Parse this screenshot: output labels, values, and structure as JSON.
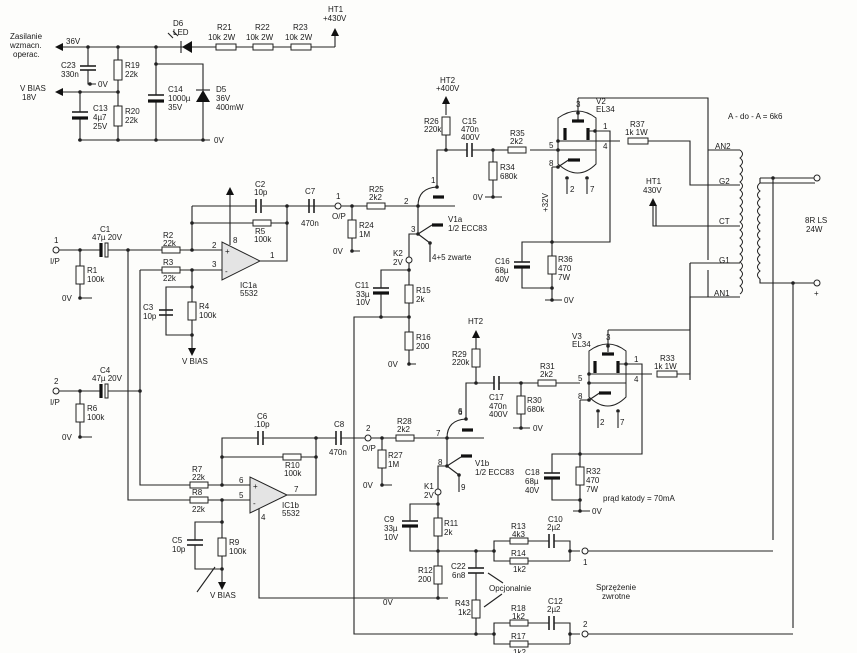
{
  "power_supply": {
    "supply_label": [
      "Zasilanie",
      "wzmacn.",
      "operac."
    ],
    "v36": "36V",
    "vbias_label": "V BIAS",
    "vbias_value": "18V",
    "c23": {
      "name": "C23",
      "value": "330n"
    },
    "c23_gnd": "0V",
    "r19": {
      "name": "R19",
      "value": "22k"
    },
    "r20": {
      "name": "R20",
      "value": "22k"
    },
    "c13": {
      "name": "C13",
      "value": "4µ7",
      "rating": "25V"
    },
    "c14": {
      "name": "C14",
      "value": "1000µ",
      "rating": "35V"
    },
    "d5": {
      "name": "D5",
      "value": "36V",
      "rating": "400mW"
    },
    "d6": {
      "name": "D6",
      "value": "LED"
    },
    "r21": {
      "name": "R21",
      "value": "10k  2W"
    },
    "r22": {
      "name": "R22",
      "value": "10k  2W"
    },
    "r23": {
      "name": "R23",
      "value": "10k  2W"
    },
    "ht1": {
      "name": "HT1",
      "value": "+430V"
    },
    "gnd": "0V"
  },
  "channel1": {
    "input_pin": "1",
    "input_label": "I/P",
    "c1": {
      "name": "C1",
      "value": "47µ  20V"
    },
    "r1": {
      "name": "R1",
      "value": "100k"
    },
    "r1_gnd": "0V",
    "r2": {
      "name": "R2",
      "value": "22k"
    },
    "r3": {
      "name": "R3",
      "value": "22k"
    },
    "r4": {
      "name": "R4",
      "value": "100k"
    },
    "r5": {
      "name": "R5",
      "value": "100k"
    },
    "c2": {
      "name": "C2",
      "value": "10p"
    },
    "c3": {
      "name": "C3",
      "value": "10p"
    },
    "c7": {
      "name": "C7",
      "value": "470n"
    },
    "ic": {
      "name": "IC1a",
      "value": "5532",
      "pin_plus": "2",
      "pin_minus": "3",
      "pin_out": "1",
      "pin_pwr": "8"
    },
    "vbias": "V BIAS",
    "op_pin": "1",
    "op_label": "O/P",
    "r24": {
      "name": "R24",
      "value": "1M"
    },
    "r24_gnd": "0V",
    "r25": {
      "name": "R25",
      "value": "2k2"
    },
    "v1a": {
      "name": "V1a",
      "value": "1/2 ECC83",
      "note": "4+5 zwarte",
      "pin_a": "1",
      "pin_g": "2",
      "pin_k": "3"
    },
    "k2": {
      "name": "K2",
      "value": "2V"
    },
    "c11": {
      "name": "C11",
      "value": "33µ",
      "rating": "10V"
    },
    "r15": {
      "name": "R15",
      "value": "2k"
    },
    "r16": {
      "name": "R16",
      "value": "200"
    },
    "r16_gnd": "0V",
    "ht2": {
      "name": "HT2",
      "value": "+400V"
    },
    "r26": {
      "name": "R26",
      "value": "220k"
    },
    "c15": {
      "name": "C15",
      "value": "470n",
      "rating": "400V"
    },
    "r34": {
      "name": "R34",
      "value": "680k"
    },
    "r34_gnd": "0V",
    "r35": {
      "name": "R35",
      "value": "2k2"
    },
    "v2": {
      "name": "V2",
      "value": "EL34",
      "pins": [
        "3",
        "1",
        "4",
        "5",
        "8",
        "2",
        "7"
      ]
    },
    "plus32": "+32V",
    "r37": {
      "name": "R37",
      "value": "1k  1W"
    },
    "c16": {
      "name": "C16",
      "value": "68µ",
      "rating": "40V"
    },
    "r36": {
      "name": "R36",
      "value": "470",
      "rating": "7W"
    },
    "c16_gnd": "0V"
  },
  "channel2": {
    "input_pin": "2",
    "input_label": "I/P",
    "c4": {
      "name": "C4",
      "value": "47µ  20V"
    },
    "r6": {
      "name": "R6",
      "value": "100k"
    },
    "r6_gnd": "0V",
    "r7": {
      "name": "R7",
      "value": "22k"
    },
    "r8": {
      "name": "R8",
      "value": "22k"
    },
    "r9": {
      "name": "R9",
      "value": "100k"
    },
    "r10": {
      "name": "R10",
      "value": "100k"
    },
    "c5": {
      "name": "C5",
      "value": "10p"
    },
    "c6": {
      "name": "C6",
      "value": ".10p"
    },
    "c8": {
      "name": "C8",
      "value": "470n"
    },
    "ic": {
      "name": "IC1b",
      "value": "5532",
      "pin_plus": "6",
      "pin_minus": "5",
      "pin_out": "7",
      "pin_pwr": "4"
    },
    "vbias": "V BIAS",
    "op_pin": "2",
    "op_label": "O/P",
    "r27": {
      "name": "R27",
      "value": "1M"
    },
    "r27_gnd": "0V",
    "r28": {
      "name": "R28",
      "value": "2k2"
    },
    "v1b": {
      "name": "V1b",
      "value": "1/2 ECC83",
      "pin_a": "6",
      "pin_g": "7",
      "pin_k": "8",
      "pin_h": "9"
    },
    "k1": {
      "name": "K1",
      "value": "2V"
    },
    "c9": {
      "name": "C9",
      "value": "33µ",
      "rating": "10V"
    },
    "r11": {
      "name": "R11",
      "value": "2k"
    },
    "r12": {
      "name": "R12",
      "value": "200"
    },
    "gnd_line": "0V",
    "ht2": {
      "name": "HT2"
    },
    "r29": {
      "name": "R29",
      "value": "220k"
    },
    "c17": {
      "name": "C17",
      "value": "470n",
      "rating": "400V"
    },
    "r30": {
      "name": "R30",
      "value": "680k"
    },
    "r30_gnd": "0V",
    "r31": {
      "name": "R31",
      "value": "2k2"
    },
    "v3": {
      "name": "V3",
      "value": "EL34",
      "pins": [
        "3",
        "1",
        "4",
        "5",
        "8",
        "2",
        "7"
      ]
    },
    "r33": {
      "name": "R33",
      "value": "1k  1W"
    },
    "c18": {
      "name": "C18",
      "value": "68µ",
      "rating": "40V"
    },
    "r32": {
      "name": "R32",
      "value": "470",
      "rating": "7W"
    },
    "c18_gnd": "0V",
    "cathode_note": "prąd katody = 70mA"
  },
  "feedback": {
    "r13": {
      "name": "R13",
      "value": "4k3"
    },
    "r14": {
      "name": "R14",
      "value": "1k2"
    },
    "c10": {
      "name": "C10",
      "value": "2µ2"
    },
    "r18": {
      "name": "R18",
      "value": "1k2"
    },
    "r17": {
      "name": "R17",
      "value": "1k2"
    },
    "c12": {
      "name": "C12",
      "value": "2µ2"
    },
    "c22": {
      "name": "C22",
      "value": "6n8"
    },
    "r43": {
      "name": "R43",
      "value": "1k2"
    },
    "optional": "Opcjonalnie",
    "fb_pin1": "1",
    "fb_pin2": "2",
    "label": [
      "Sprzężenie",
      "zwrotne"
    ]
  },
  "transformer": {
    "impedance": "A - do - A = 6k6",
    "taps": [
      "AN2",
      "G2",
      "CT",
      "G1",
      "AN1"
    ],
    "ht1": {
      "name": "HT1",
      "value": "430V"
    },
    "output": [
      "8R  LS",
      "24W"
    ],
    "plus": "+"
  }
}
